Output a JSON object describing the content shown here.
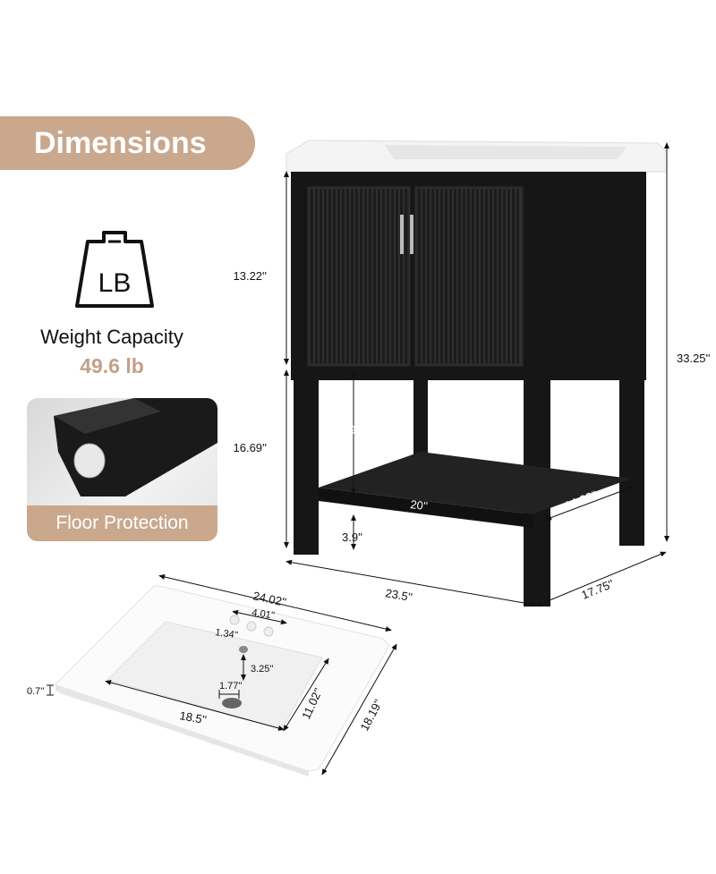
{
  "header": {
    "title": "Dimensions"
  },
  "weight": {
    "icon": "weight-lb-icon",
    "icon_text": "LB",
    "label": "Weight Capacity",
    "value": "49.6 lb",
    "accent": "#c4a088"
  },
  "feature": {
    "label": "Floor Protection",
    "band_color": "#c9a88e"
  },
  "vanity": {
    "cabinet_height": "13.22''",
    "leg_height": "16.69''",
    "total_height": "33.25''",
    "shelf_clearance": "10.94''",
    "shelf_width": "20''",
    "shelf_depth": "14.33''",
    "shelf_floor_gap": "3.9''",
    "width": "23.5''",
    "depth": "17.75''"
  },
  "sink": {
    "width": "24.02''",
    "hole_span": "4.01''",
    "hole_diameter": "1.34''",
    "drain_distance": "3.25''",
    "thickness": "0.7''",
    "drain_diameter": "1.77''",
    "basin_width": "18.5''",
    "basin_depth": "11.02''",
    "depth": "18.19''"
  }
}
